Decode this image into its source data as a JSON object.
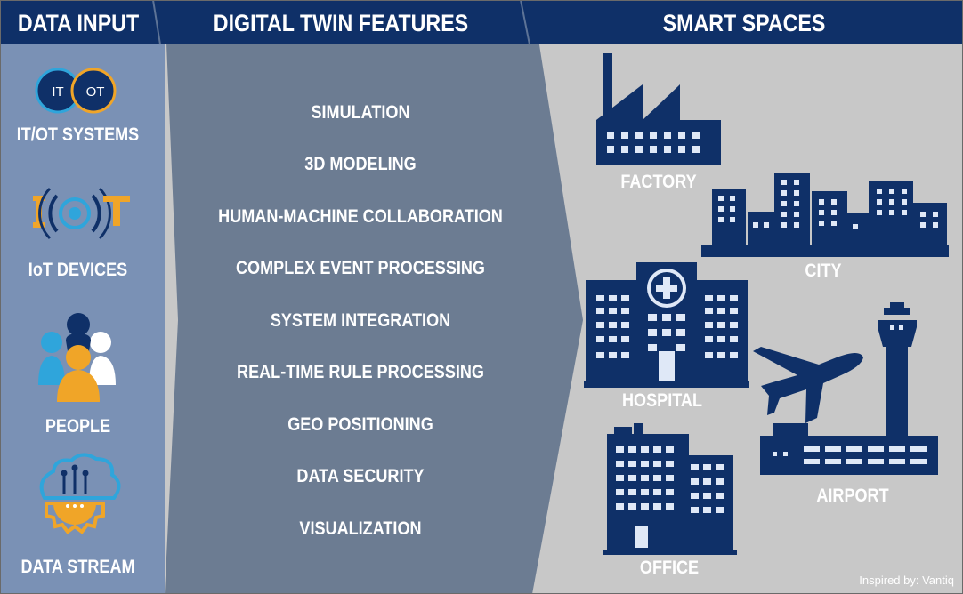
{
  "headers": {
    "data_input": "DATA INPUT",
    "digital_twin_features": "DIGITAL TWIN FEATURES",
    "smart_spaces": "SMART SPACES"
  },
  "data_input": {
    "it_badge": "IT",
    "ot_badge": "OT",
    "items": [
      "IT/OT SYSTEMS",
      "IoT DEVICES",
      "PEOPLE",
      "DATA STREAM"
    ]
  },
  "features": [
    "SIMULATION",
    "3D MODELING",
    "HUMAN-MACHINE COLLABORATION",
    "COMPLEX EVENT PROCESSING",
    "SYSTEM INTEGRATION",
    "REAL-TIME RULE PROCESSING",
    "GEO POSITIONING",
    "DATA SECURITY",
    "VISUALIZATION"
  ],
  "smart_spaces": {
    "factory": "FACTORY",
    "city": "CITY",
    "hospital": "HOSPITAL",
    "airport": "AIRPORT",
    "office": "OFFICE"
  },
  "credit": "Inspired by: Vantiq",
  "colors": {
    "navy": "#0f3068",
    "left_panel": "#7a91b5",
    "middle_panel": "#6c7c92",
    "right_panel": "#c8c8c8",
    "icon_light_blue": "#2fa5db",
    "icon_orange": "#f0a528",
    "window_light": "#dfe8f7"
  }
}
